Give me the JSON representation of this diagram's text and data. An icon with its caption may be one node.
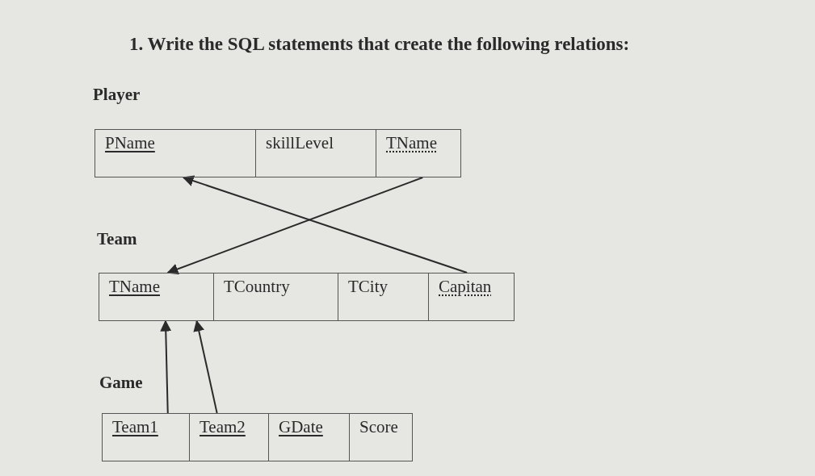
{
  "diagram": {
    "title": "1. Write the SQL statements that create the following relations:",
    "nodes": [
      {
        "text": [
          "Player"
        ]
      },
      {
        "text": [
          "PName"
        ],
        "in": 0
      },
      {
        "text": [
          "skillLevel"
        ],
        "in": 0
      },
      {
        "text": [
          "TName"
        ],
        "in": 0
      },
      {
        "text": [
          "Team"
        ]
      },
      {
        "text": [
          "TName"
        ],
        "in": 4
      },
      {
        "text": [
          "TCountry"
        ],
        "in": 4
      },
      {
        "text": [
          "TCity"
        ],
        "in": 4
      },
      {
        "text": [
          "Capitan"
        ],
        "in": 4
      },
      {
        "text": [
          "Game"
        ]
      },
      {
        "text": [
          "Team1"
        ],
        "in": 9
      },
      {
        "text": [
          "Team2"
        ],
        "in": 9
      },
      {
        "text": [
          "GDate"
        ],
        "in": 9
      },
      {
        "text": [
          "Score"
        ],
        "in": 9
      }
    ],
    "edges": [
      {
        "from": 3,
        "to": 5,
        "arrow": "to"
      },
      {
        "from": 8,
        "to": 1,
        "arrow": "to"
      },
      {
        "from": 10,
        "to": 5,
        "arrow": "to"
      },
      {
        "from": 11,
        "to": 5,
        "arrow": "to"
      }
    ]
  }
}
